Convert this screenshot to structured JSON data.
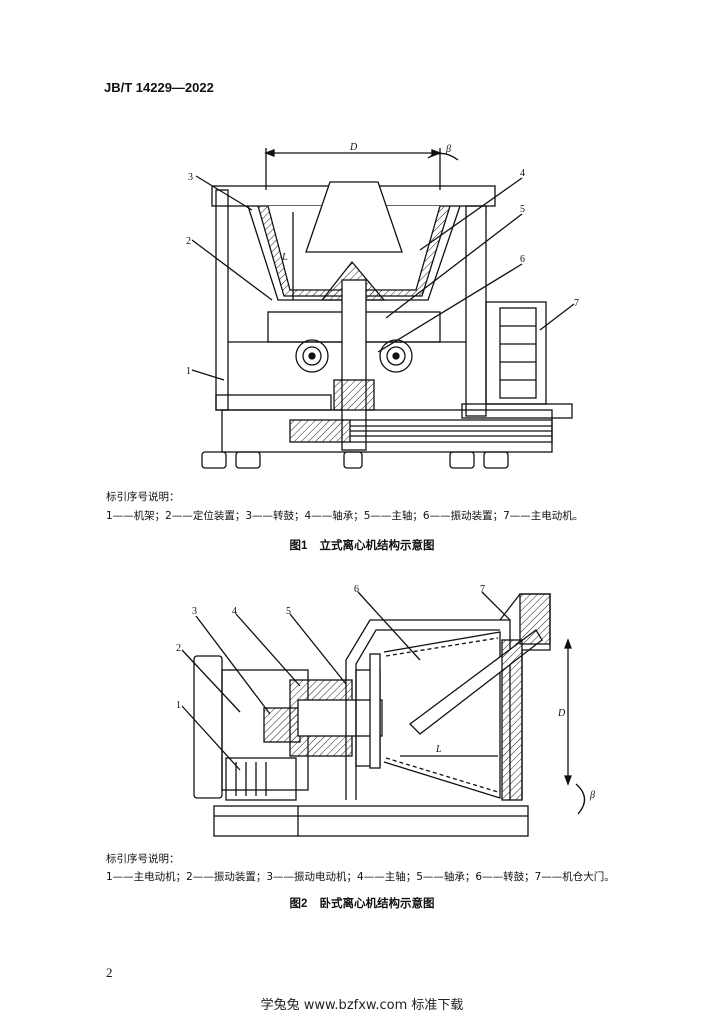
{
  "header": {
    "standard_code": "JB/T 14229—2022"
  },
  "figure1": {
    "callouts": [
      "1",
      "2",
      "3",
      "4",
      "5",
      "6",
      "7"
    ],
    "dimension_labels": {
      "diameter": "D",
      "length": "L",
      "angle": "β"
    },
    "legend_title": "标引序号说明：",
    "legend_items": "1——机架；2——定位装置；3——转鼓；4——轴承；5——主轴；6——振动装置；7——主电动机。",
    "caption_number": "图1",
    "caption_text": "立式离心机结构示意图"
  },
  "figure2": {
    "callouts": [
      "1",
      "2",
      "3",
      "4",
      "5",
      "6",
      "7"
    ],
    "dimension_labels": {
      "diameter": "D",
      "length": "L",
      "angle": "β"
    },
    "legend_title": "标引序号说明：",
    "legend_items": "1——主电动机；2——振动装置；3——振动电动机；4——主轴；5——轴承；6——转鼓；7——机仓大门。",
    "caption_number": "图2",
    "caption_text": "卧式离心机结构示意图"
  },
  "page_number": "2",
  "watermark": "学兔兔 www.bzfxw.com 标准下载"
}
